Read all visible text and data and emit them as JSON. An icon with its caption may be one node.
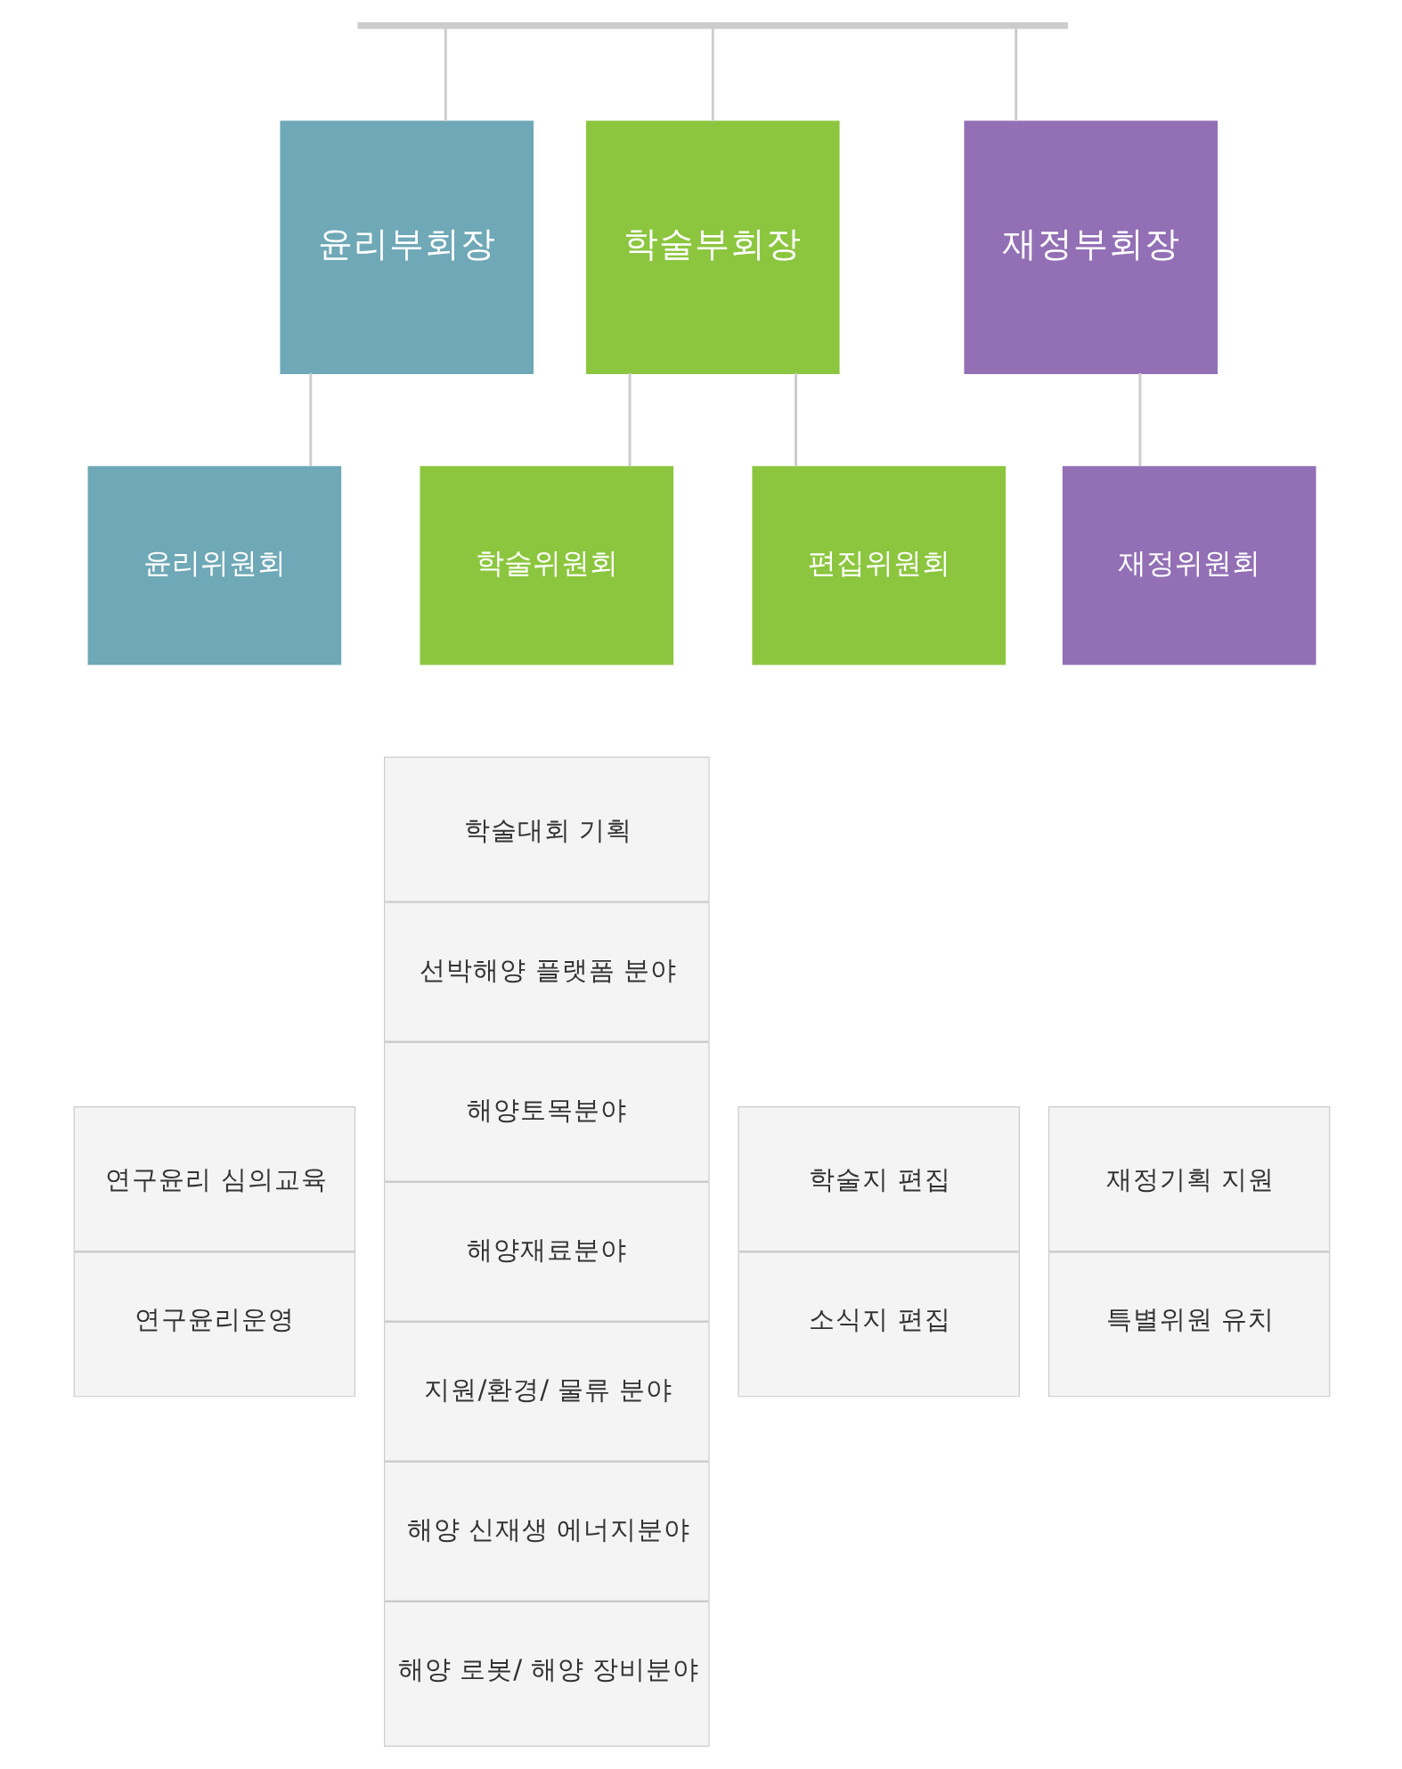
{
  "diagram": {
    "nodes": [
      {
        "text": [],
        "shape": "bar"
      },
      {
        "text": [
          "윤리부회장"
        ]
      },
      {
        "text": [
          "학술부회장"
        ]
      },
      {
        "text": [
          "재정부회장"
        ]
      },
      {
        "text": [
          "윤리위원회"
        ]
      },
      {
        "text": [
          "학술위원회"
        ]
      },
      {
        "text": [
          "편집위원회"
        ]
      },
      {
        "text": [
          "재정위원회"
        ]
      },
      {
        "text": [
          "연구윤리 심의교육",
          "연구윤리운영"
        ]
      },
      {
        "text": [
          "학술대회 기획",
          "선박해양 플랫폼 분야",
          "해양토목분야",
          "해양재료분야",
          "지원/환경/ 물류 분야",
          "해양 신재생 에너지분야",
          "해양 로봇/ 해양 장비분야"
        ]
      },
      {
        "text": [
          "학술지 편집",
          "소식지 편집"
        ]
      },
      {
        "text": [
          "재정기획 지원",
          "특별위원 유치"
        ]
      }
    ],
    "edges": [
      {
        "from": 0,
        "to": 1,
        "arrow": "none"
      },
      {
        "from": 0,
        "to": 2,
        "arrow": "none"
      },
      {
        "from": 0,
        "to": 3,
        "arrow": "none"
      },
      {
        "from": 1,
        "to": 4,
        "arrow": "none"
      },
      {
        "from": 2,
        "to": 5,
        "arrow": "none"
      },
      {
        "from": 2,
        "to": 6,
        "arrow": "none"
      },
      {
        "from": 3,
        "to": 7,
        "arrow": "none"
      }
    ]
  }
}
